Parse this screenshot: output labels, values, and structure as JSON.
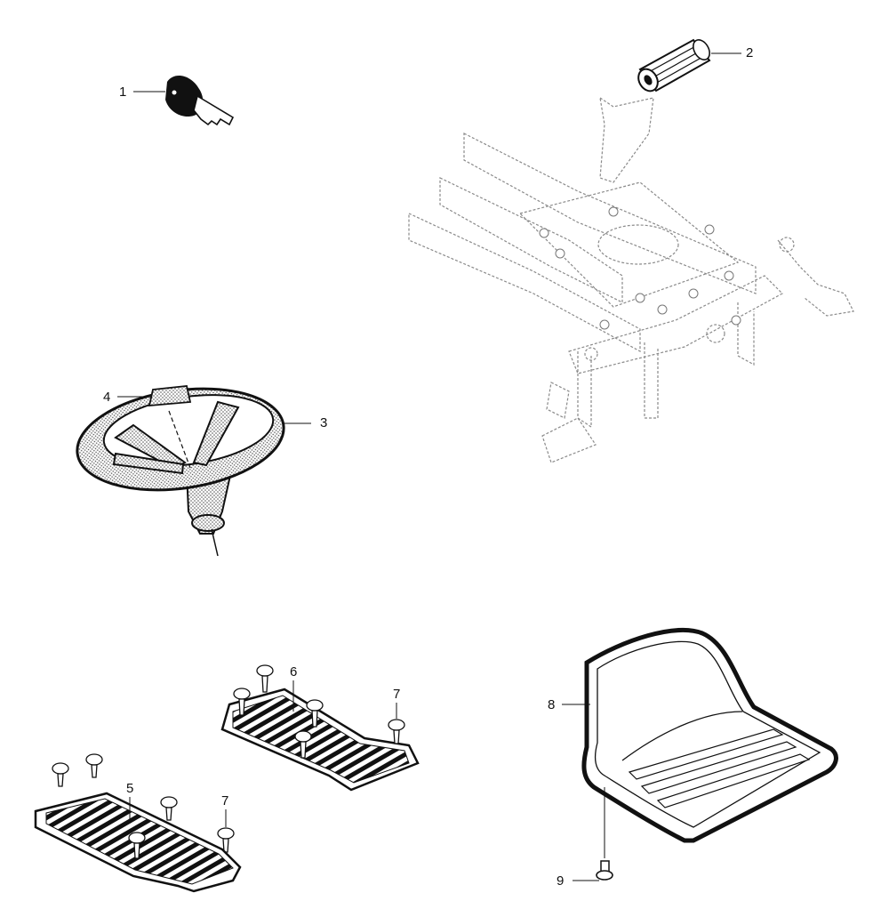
{
  "callouts": {
    "c1": "1",
    "c2": "2",
    "c3": "3",
    "c4": "4",
    "c5": "5",
    "c6": "6",
    "c7a": "7",
    "c7b": "7",
    "c8": "8",
    "c9": "9"
  },
  "parts": [
    {
      "callout": "1",
      "icon": "ignition-key-icon"
    },
    {
      "callout": "2",
      "icon": "lever-grip-icon"
    },
    {
      "callout": "3",
      "icon": "steering-wheel-icon"
    },
    {
      "callout": "4",
      "icon": "steering-cap-icon"
    },
    {
      "callout": "5",
      "icon": "footrest-left-icon"
    },
    {
      "callout": "6",
      "icon": "footrest-right-icon"
    },
    {
      "callout": "7",
      "icon": "push-rivet-icon"
    },
    {
      "callout": "8",
      "icon": "seat-icon"
    },
    {
      "callout": "9",
      "icon": "seat-screw-icon"
    }
  ],
  "colors": {
    "line": "#111111",
    "ghost": "#9a9a9a",
    "stipple": "#c8c8c8",
    "background": "#ffffff"
  }
}
